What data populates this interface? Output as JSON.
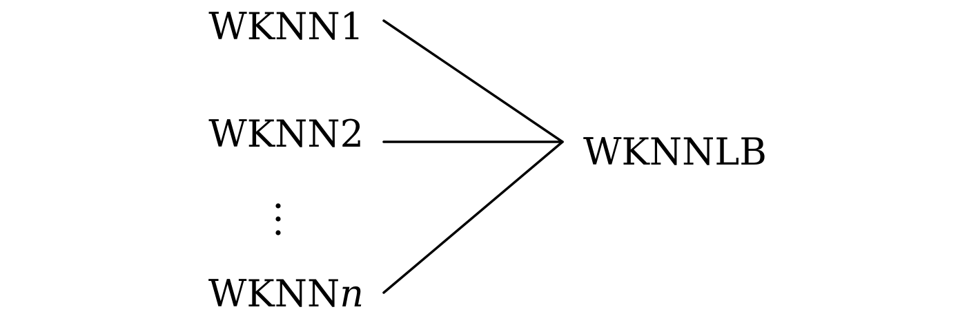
{
  "inputs": [
    {
      "prefix": "WKNN",
      "suffix": "1",
      "suffix_italic": false
    },
    {
      "prefix": "WKNN",
      "suffix": "2",
      "suffix_italic": false
    },
    {
      "prefix": "WKNN",
      "suffix": "n",
      "suffix_italic": true
    }
  ],
  "output": {
    "label": "WKNNLB"
  },
  "ellipsis": "vertical-dots",
  "colors": {
    "line": "#000000",
    "text": "#000000",
    "background": "#ffffff"
  }
}
